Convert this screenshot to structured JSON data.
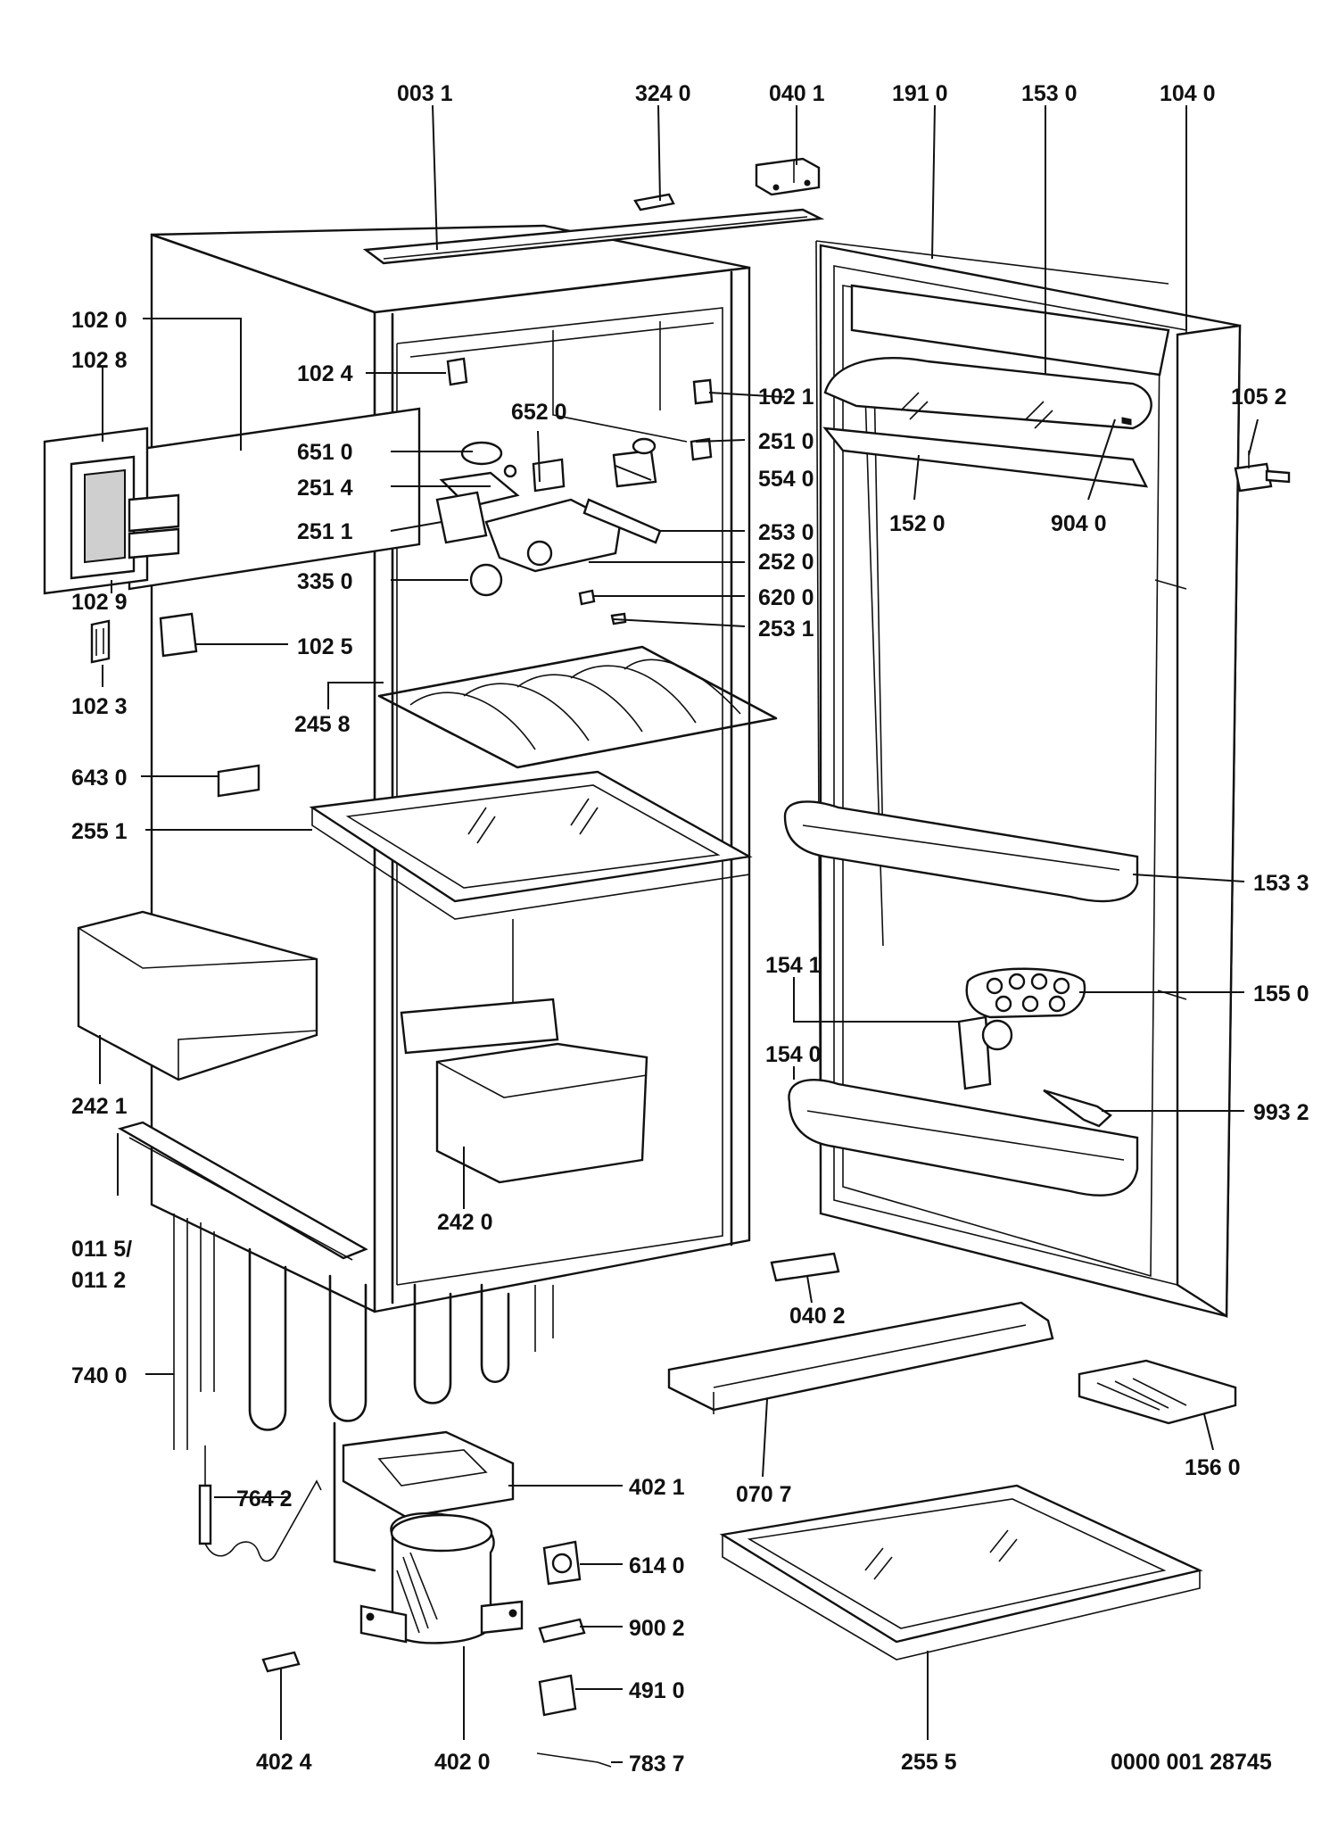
{
  "drawing_number": "0000 001 28745",
  "labels": {
    "p0031": "003 1",
    "p3240": "324 0",
    "p0401": "040 1",
    "p1910": "191 0",
    "p1530": "153 0",
    "p1040": "104 0",
    "p1020": "102 0",
    "p1028": "102 8",
    "p1024": "102 4",
    "p1021": "102 1",
    "p1052": "105 2",
    "p6520": "652 0",
    "p6510": "651 0",
    "p2510": "251 0",
    "p2514": "251 4",
    "p5540": "554 0",
    "p2511": "251 1",
    "p2530": "253 0",
    "p1520": "152 0",
    "p9040": "904 0",
    "p2520": "252 0",
    "p3350": "335 0",
    "p6200": "620 0",
    "p1029": "102 9",
    "p2531": "253 1",
    "p1025": "102 5",
    "p1023": "102 3",
    "p2458": "245 8",
    "p6430": "643 0",
    "p2551": "255 1",
    "p1533": "153 3",
    "p1541": "154 1",
    "p1550": "155 0",
    "p1540": "154 0",
    "p2421": "242 1",
    "p9932": "993 2",
    "p2420": "242 0",
    "p0115": "011 5/",
    "p0112": "011 2",
    "p0402": "040 2",
    "p7400": "740 0",
    "p1560": "156 0",
    "p0707": "070 7",
    "p4021": "402 1",
    "p7642": "764 2",
    "p6140": "614 0",
    "p9002": "900 2",
    "p4910": "491 0",
    "p4024": "402 4",
    "p4020": "402 0",
    "p7837": "783 7",
    "p2555": "255 5"
  }
}
